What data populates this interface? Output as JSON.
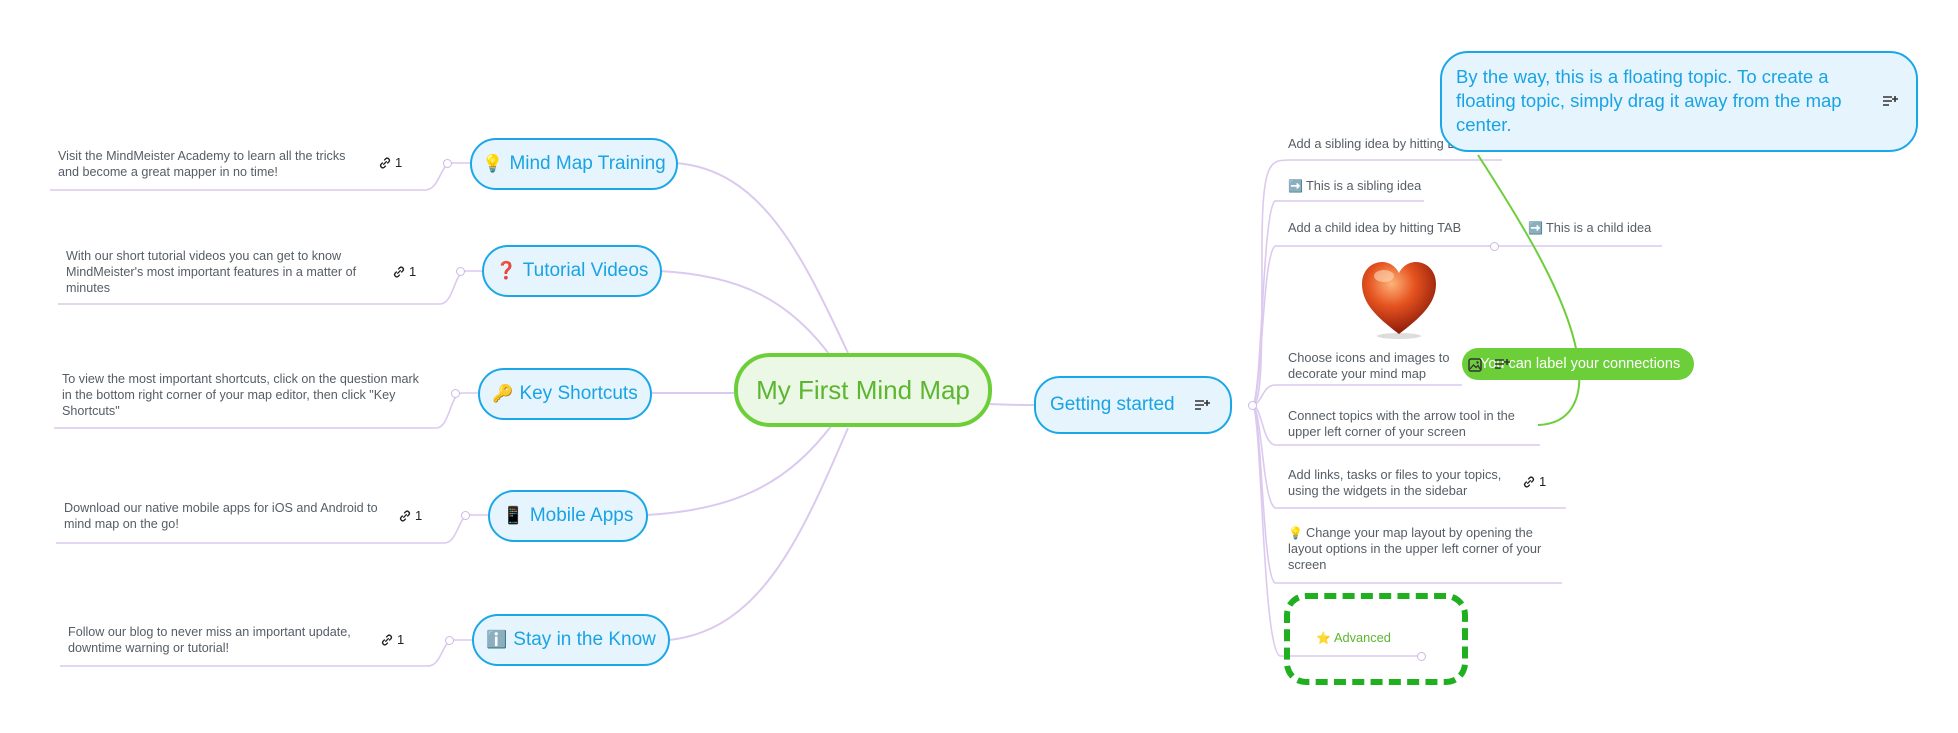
{
  "central": {
    "label": "My First Mind Map"
  },
  "left_topics": [
    {
      "emoji": "💡",
      "label": "Mind Map Training",
      "note": "Visit the MindMeister Academy to learn all the tricks and become a great mapper in no time!",
      "links": "1"
    },
    {
      "emoji": "❓",
      "label": "Tutorial Videos",
      "note": "With our short tutorial videos you can get to know MindMeister's most important features in a matter of minutes",
      "links": "1"
    },
    {
      "emoji": "🔑",
      "label": "Key Shortcuts",
      "note": "To view the most important shortcuts, click on the question mark in the bottom right corner of your map editor, then click \"Key Shortcuts\""
    },
    {
      "emoji": "📱",
      "label": "Mobile Apps",
      "note": "Download our native mobile apps for iOS and Android to mind map on the go!",
      "links": "1"
    },
    {
      "emoji": "ℹ️",
      "label": "Stay in the Know",
      "note": "Follow our blog to never miss an important update, downtime warning or tutorial!",
      "links": "1"
    }
  ],
  "right_topic": {
    "label": "Getting started",
    "children": [
      {
        "label": "Add a sibling idea by hitting ENTER"
      },
      {
        "emoji": "➡️",
        "label": "This is a sibling idea"
      },
      {
        "label": "Add a child idea by hitting TAB",
        "child": {
          "emoji": "➡️",
          "label": "This is a child idea"
        }
      },
      {
        "label": "Choose icons and images to decorate your mind map",
        "image": "heart"
      },
      {
        "label": "Connect topics with the arrow tool in the upper left corner of your screen"
      },
      {
        "label": "Add links, tasks or files to your topics, using the widgets in the sidebar",
        "links": "1"
      },
      {
        "emoji": "💡",
        "label": "Change your map layout by opening the layout options in the upper left corner of your screen"
      },
      {
        "emoji": "⭐",
        "label": "Advanced"
      }
    ]
  },
  "floating_topic": {
    "label": "By the way, this is a floating topic. To create a floating topic, simply drag it away from the map center."
  },
  "connection_label": {
    "label": "You can label your connections"
  },
  "colors": {
    "topic_border": "#1aa7e8",
    "topic_fill": "#e6f5fd",
    "central_border": "#6ccf3a",
    "connector": "#dcc9ef",
    "connection_label_fill": "#6ccf3a",
    "boundary": "#1faf1f"
  }
}
